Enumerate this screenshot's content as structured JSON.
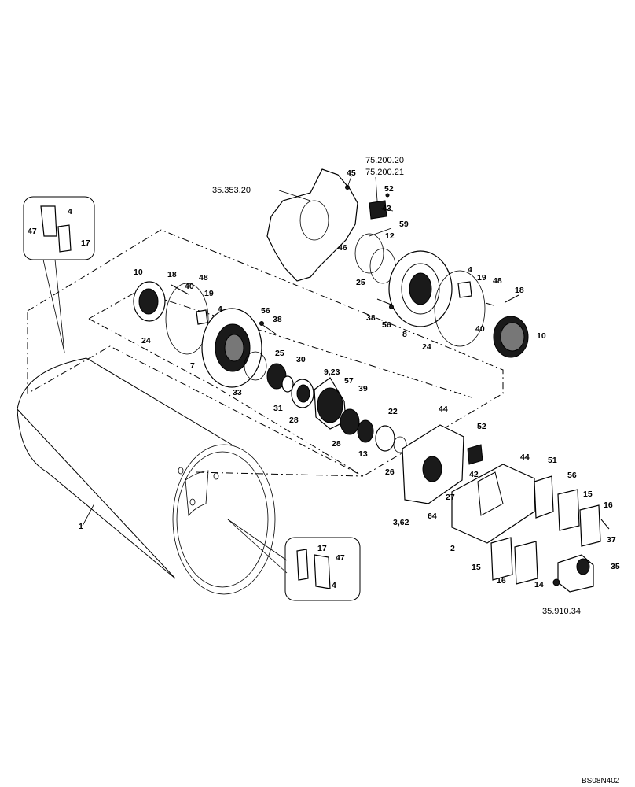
{
  "references": {
    "top_hub_a": "75.200.20",
    "top_hub_b": "75.200.21",
    "plate": "35.353.20",
    "motor": "35.910.34"
  },
  "drawing_code": "BS08N402",
  "labels": [
    {
      "id": "l1",
      "text": "1"
    },
    {
      "id": "l2",
      "text": "2"
    },
    {
      "id": "l3",
      "text": "3,62"
    },
    {
      "id": "l4a",
      "text": "4"
    },
    {
      "id": "l4b",
      "text": "4"
    },
    {
      "id": "l4c",
      "text": "4"
    },
    {
      "id": "l4d",
      "text": "4"
    },
    {
      "id": "l7",
      "text": "7"
    },
    {
      "id": "l8",
      "text": "8"
    },
    {
      "id": "l923",
      "text": "9,23"
    },
    {
      "id": "l10a",
      "text": "10"
    },
    {
      "id": "l10b",
      "text": "10"
    },
    {
      "id": "l12",
      "text": "12"
    },
    {
      "id": "l13",
      "text": "13"
    },
    {
      "id": "l14",
      "text": "14"
    },
    {
      "id": "l15a",
      "text": "15"
    },
    {
      "id": "l15b",
      "text": "15"
    },
    {
      "id": "l16a",
      "text": "16"
    },
    {
      "id": "l16b",
      "text": "16"
    },
    {
      "id": "l17a",
      "text": "17"
    },
    {
      "id": "l17b",
      "text": "17"
    },
    {
      "id": "l18a",
      "text": "18"
    },
    {
      "id": "l18b",
      "text": "18"
    },
    {
      "id": "l19a",
      "text": "19"
    },
    {
      "id": "l19b",
      "text": "19"
    },
    {
      "id": "l22",
      "text": "22"
    },
    {
      "id": "l24a",
      "text": "24"
    },
    {
      "id": "l24b",
      "text": "24"
    },
    {
      "id": "l25a",
      "text": "25"
    },
    {
      "id": "l25b",
      "text": "25"
    },
    {
      "id": "l26",
      "text": "26"
    },
    {
      "id": "l27",
      "text": "27"
    },
    {
      "id": "l28a",
      "text": "28"
    },
    {
      "id": "l28b",
      "text": "28"
    },
    {
      "id": "l30",
      "text": "30"
    },
    {
      "id": "l31",
      "text": "31"
    },
    {
      "id": "l33",
      "text": "33"
    },
    {
      "id": "l35",
      "text": "35"
    },
    {
      "id": "l37",
      "text": "37"
    },
    {
      "id": "l38a",
      "text": "38"
    },
    {
      "id": "l38b",
      "text": "38"
    },
    {
      "id": "l39",
      "text": "39"
    },
    {
      "id": "l40a",
      "text": "40"
    },
    {
      "id": "l40b",
      "text": "40"
    },
    {
      "id": "l42",
      "text": "42"
    },
    {
      "id": "l43",
      "text": "43"
    },
    {
      "id": "l44a",
      "text": "44"
    },
    {
      "id": "l44b",
      "text": "44"
    },
    {
      "id": "l45",
      "text": "45"
    },
    {
      "id": "l46",
      "text": "46"
    },
    {
      "id": "l47a",
      "text": "47"
    },
    {
      "id": "l47b",
      "text": "47"
    },
    {
      "id": "l48a",
      "text": "48"
    },
    {
      "id": "l48b",
      "text": "48"
    },
    {
      "id": "l51",
      "text": "51"
    },
    {
      "id": "l52a",
      "text": "52"
    },
    {
      "id": "l52b",
      "text": "52"
    },
    {
      "id": "l56a",
      "text": "56"
    },
    {
      "id": "l56b",
      "text": "56"
    },
    {
      "id": "l56c",
      "text": "56"
    },
    {
      "id": "l57",
      "text": "57"
    },
    {
      "id": "l59",
      "text": "59"
    },
    {
      "id": "l64",
      "text": "64"
    }
  ]
}
